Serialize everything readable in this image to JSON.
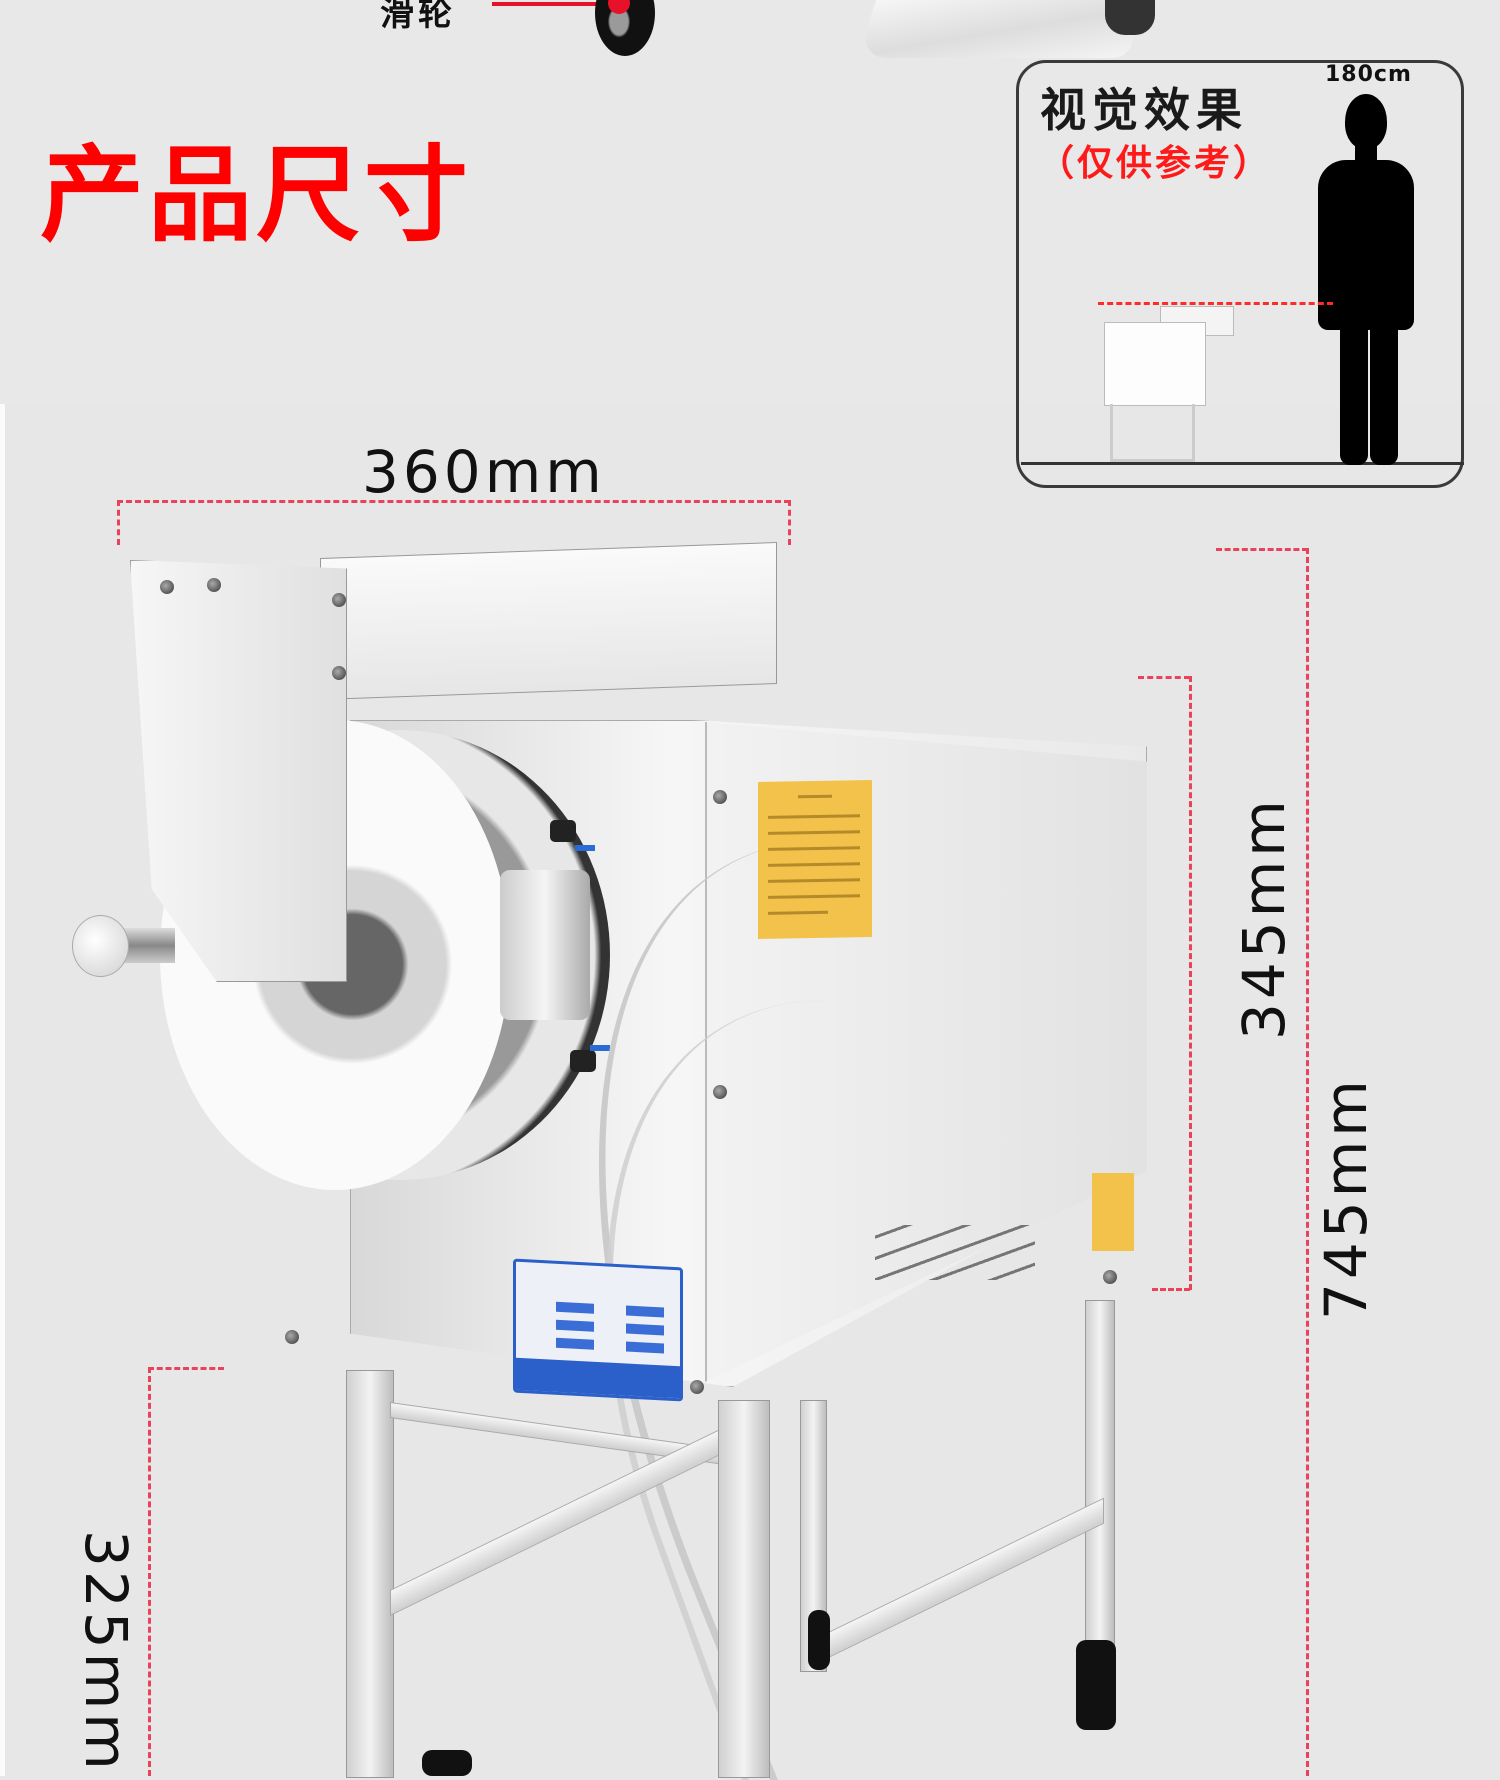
{
  "top_section": {
    "wheel_callout_label": "滑轮",
    "title": "产品尺寸"
  },
  "visual_effect": {
    "title": "视觉效果",
    "subtitle": "（仅供参考）",
    "person_height": "180cm"
  },
  "dimensions": {
    "width": "360mm",
    "body_height": "345mm",
    "total_height": "745mm",
    "stand_height": "325mm"
  },
  "colors": {
    "title_red": "#ff0000",
    "dimension_line": "#e8435a",
    "background": "#e8e7e8",
    "warning_label": "#f2c24a",
    "nameplate_blue": "#2b5fc9"
  }
}
